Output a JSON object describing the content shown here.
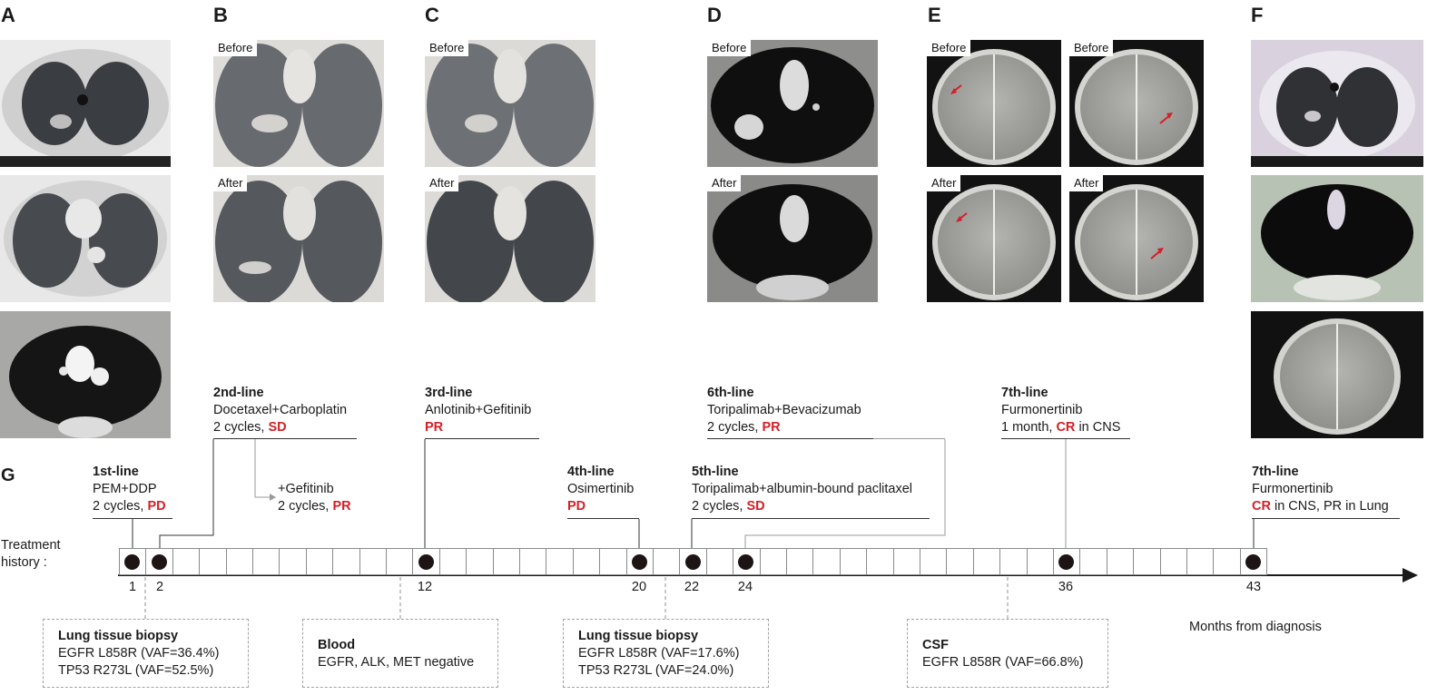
{
  "panels": {
    "A": "A",
    "B": "B",
    "C": "C",
    "D": "D",
    "E": "E",
    "F": "F",
    "G": "G"
  },
  "scan_tags": {
    "before": "Before",
    "after": "After"
  },
  "therapy_top": {
    "second": {
      "line": "2nd-line",
      "drug": "Docetaxel+Carboplatin",
      "cycles": "2 cycles,",
      "response": "SD"
    },
    "third": {
      "line": "3rd-line",
      "drug": "Anlotinib+Gefitinib",
      "response": "PR"
    },
    "sixth": {
      "line": "6th-line",
      "drug": "Toripalimab+Bevacizumab",
      "cycles": "2 cycles,",
      "response": "PR"
    },
    "seventh": {
      "line": "7th-line",
      "drug": "Furmonertinib",
      "cycles": "1 month,",
      "response": "CR",
      "suffix": "in CNS"
    }
  },
  "therapy_mid": {
    "first": {
      "line": "1st-line",
      "drug": "PEM+DDP",
      "cycles": "2 cycles,",
      "response": "PD"
    },
    "gefitinib": {
      "drug": "+Gefitinib",
      "cycles": "2 cycles,",
      "response": "PR"
    },
    "fourth": {
      "line": "4th-line",
      "drug": "Osimertinib",
      "response": "PD"
    },
    "fifth": {
      "line": "5th-line",
      "drug": "Toripalimab+albumin-bound paclitaxel",
      "cycles": "2 cycles,",
      "response": "SD"
    },
    "seventh_b": {
      "line": "7th-line",
      "drug": "Furmonertinib",
      "response": "CR",
      "suffix": "in CNS, PR in Lung"
    }
  },
  "timeline": {
    "label_1": "Treatment",
    "label_2": "history :",
    "axis_label": "Months from diagnosis",
    "ticks": [
      "1",
      "2",
      "12",
      "20",
      "22",
      "24",
      "36",
      "43"
    ],
    "accent_color": "#d32027"
  },
  "biopsies": {
    "first": {
      "title": "Lung tissue biopsy",
      "l1": "EGFR L858R (VAF=36.4%)",
      "l2": "TP53 R273L (VAF=52.5%)"
    },
    "blood": {
      "title": "Blood",
      "l1": "EGFR, ALK, MET negative"
    },
    "second": {
      "title": "Lung tissue biopsy",
      "l1": "EGFR L858R (VAF=17.6%)",
      "l2": "TP53 R273L (VAF=24.0%)"
    },
    "csf": {
      "title": "CSF",
      "l1": "EGFR L858R (VAF=66.8%)"
    }
  }
}
